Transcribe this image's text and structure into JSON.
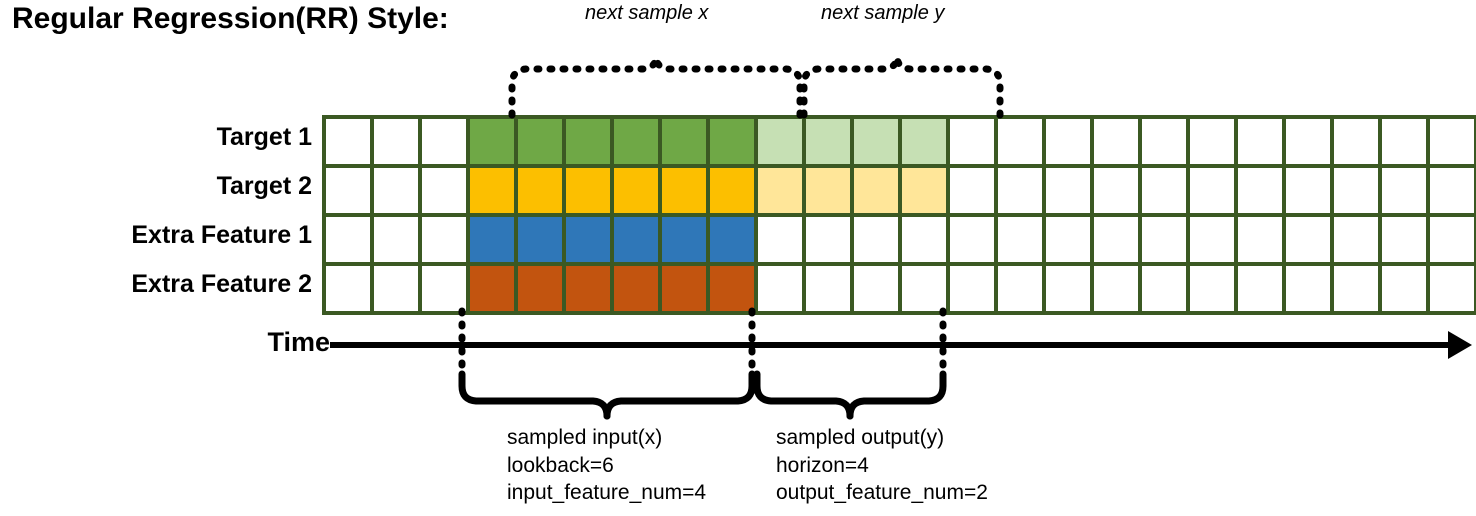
{
  "title": "Regular Regression(RR) Style:",
  "rows": [
    {
      "label": "Target 1",
      "name": "target-1"
    },
    {
      "label": "Target 2",
      "name": "target-2"
    },
    {
      "label": "Extra Feature 1",
      "name": "extra-feature-1"
    },
    {
      "label": "Extra Feature 2",
      "name": "extra-feature-2"
    }
  ],
  "axis": {
    "label": "Time"
  },
  "top_braces": [
    {
      "label": "next sample x",
      "name": "next-sample-x"
    },
    {
      "label": "next sample y",
      "name": "next-sample-y"
    }
  ],
  "bottom_captions": [
    {
      "name": "sampled-input",
      "line1": "sampled input(x)",
      "line2": "lookback=6",
      "line3": "input_feature_num=4"
    },
    {
      "name": "sampled-output",
      "line1": "sampled output(y)",
      "line2": "horizon=4",
      "line3": "output_feature_num=2"
    }
  ],
  "colors": {
    "grid_border": "#3b5923",
    "target1": "#6fa846",
    "target1_light": "#c6e0b4",
    "target2": "#fcbf00",
    "target2_light": "#ffe699",
    "extra1": "#2f77b8",
    "extra2": "#c2540f",
    "empty": "#ffffff",
    "ink": "#000000"
  },
  "grid": {
    "columns": 24,
    "rows": 4,
    "input_start_col": 4,
    "input_end_col": 9,
    "output_start_col": 10,
    "output_end_col": 13,
    "cells": [
      [
        "empty",
        "empty",
        "empty",
        "green",
        "green",
        "green",
        "green",
        "green",
        "green",
        "lgreen",
        "lgreen",
        "lgreen",
        "lgreen",
        "empty",
        "empty",
        "empty",
        "empty",
        "empty",
        "empty",
        "empty",
        "empty",
        "empty",
        "empty",
        "empty"
      ],
      [
        "empty",
        "empty",
        "empty",
        "yellow",
        "yellow",
        "yellow",
        "yellow",
        "yellow",
        "yellow",
        "lyellow",
        "lyellow",
        "lyellow",
        "lyellow",
        "empty",
        "empty",
        "empty",
        "empty",
        "empty",
        "empty",
        "empty",
        "empty",
        "empty",
        "empty",
        "empty"
      ],
      [
        "empty",
        "empty",
        "empty",
        "blue",
        "blue",
        "blue",
        "blue",
        "blue",
        "blue",
        "empty",
        "empty",
        "empty",
        "empty",
        "empty",
        "empty",
        "empty",
        "empty",
        "empty",
        "empty",
        "empty",
        "empty",
        "empty",
        "empty",
        "empty"
      ],
      [
        "empty",
        "empty",
        "empty",
        "orange",
        "orange",
        "orange",
        "orange",
        "orange",
        "orange",
        "empty",
        "empty",
        "empty",
        "empty",
        "empty",
        "empty",
        "empty",
        "empty",
        "empty",
        "empty",
        "empty",
        "empty",
        "empty",
        "empty",
        "empty"
      ]
    ]
  }
}
